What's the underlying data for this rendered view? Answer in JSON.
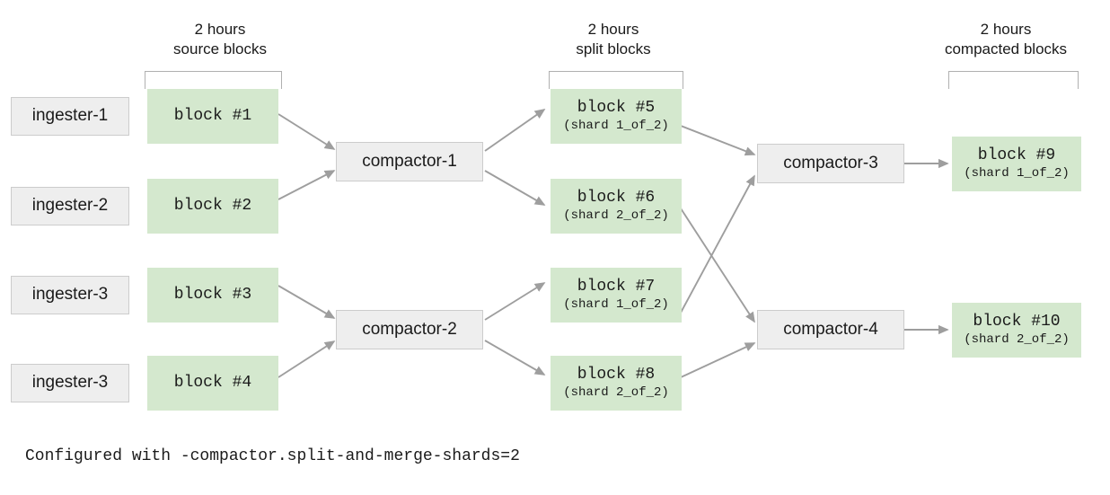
{
  "diagram": {
    "title_footnote": "Configured with -compactor.split-and-merge-shards=2",
    "colors": {
      "block_fill": "#d4e8ce",
      "service_fill": "#eeeeee",
      "service_border": "#cccccc",
      "arrow": "#9e9e9e",
      "bracket": "#b0b0b0",
      "text": "#1a1a1a",
      "background": "#ffffff"
    },
    "column_labels": [
      {
        "id": "source",
        "line1": "2 hours",
        "line2": "source blocks"
      },
      {
        "id": "split",
        "line1": "2 hours",
        "line2": "split blocks"
      },
      {
        "id": "compacted",
        "line1": "2 hours",
        "line2": "compacted blocks"
      }
    ],
    "ingesters": [
      {
        "id": "ingester-1",
        "label": "ingester-1"
      },
      {
        "id": "ingester-2",
        "label": "ingester-2"
      },
      {
        "id": "ingester-3",
        "label": "ingester-3"
      },
      {
        "id": "ingester-4",
        "label": "ingester-3"
      }
    ],
    "source_blocks": [
      {
        "id": "block-1",
        "label": "block #1",
        "shard": ""
      },
      {
        "id": "block-2",
        "label": "block #2",
        "shard": ""
      },
      {
        "id": "block-3",
        "label": "block #3",
        "shard": ""
      },
      {
        "id": "block-4",
        "label": "block #4",
        "shard": ""
      }
    ],
    "split_blocks": [
      {
        "id": "block-5",
        "label": "block #5",
        "shard": "(shard 1_of_2)"
      },
      {
        "id": "block-6",
        "label": "block #6",
        "shard": "(shard 2_of_2)"
      },
      {
        "id": "block-7",
        "label": "block #7",
        "shard": "(shard 1_of_2)"
      },
      {
        "id": "block-8",
        "label": "block #8",
        "shard": "(shard 2_of_2)"
      }
    ],
    "compacted_blocks": [
      {
        "id": "block-9",
        "label": "block #9",
        "shard": "(shard 1_of_2)"
      },
      {
        "id": "block-10",
        "label": "block #10",
        "shard": "(shard 2_of_2)"
      }
    ],
    "compactors": [
      {
        "id": "compactor-1",
        "label": "compactor-1"
      },
      {
        "id": "compactor-2",
        "label": "compactor-2"
      },
      {
        "id": "compactor-3",
        "label": "compactor-3"
      },
      {
        "id": "compactor-4",
        "label": "compactor-4"
      }
    ],
    "edges": [
      {
        "id": "e1",
        "from": "block-1",
        "to": "compactor-1"
      },
      {
        "id": "e2",
        "from": "block-2",
        "to": "compactor-1"
      },
      {
        "id": "e3",
        "from": "block-3",
        "to": "compactor-2"
      },
      {
        "id": "e4",
        "from": "block-4",
        "to": "compactor-2"
      },
      {
        "id": "e5",
        "from": "compactor-1",
        "to": "block-5"
      },
      {
        "id": "e6",
        "from": "compactor-1",
        "to": "block-6"
      },
      {
        "id": "e7",
        "from": "compactor-2",
        "to": "block-7"
      },
      {
        "id": "e8",
        "from": "compactor-2",
        "to": "block-8"
      },
      {
        "id": "e9",
        "from": "block-5",
        "to": "compactor-3"
      },
      {
        "id": "e10",
        "from": "block-7",
        "to": "compactor-3"
      },
      {
        "id": "e11",
        "from": "block-6",
        "to": "compactor-4"
      },
      {
        "id": "e12",
        "from": "block-8",
        "to": "compactor-4"
      },
      {
        "id": "e13",
        "from": "compactor-3",
        "to": "block-9"
      },
      {
        "id": "e14",
        "from": "compactor-4",
        "to": "block-10"
      }
    ]
  }
}
